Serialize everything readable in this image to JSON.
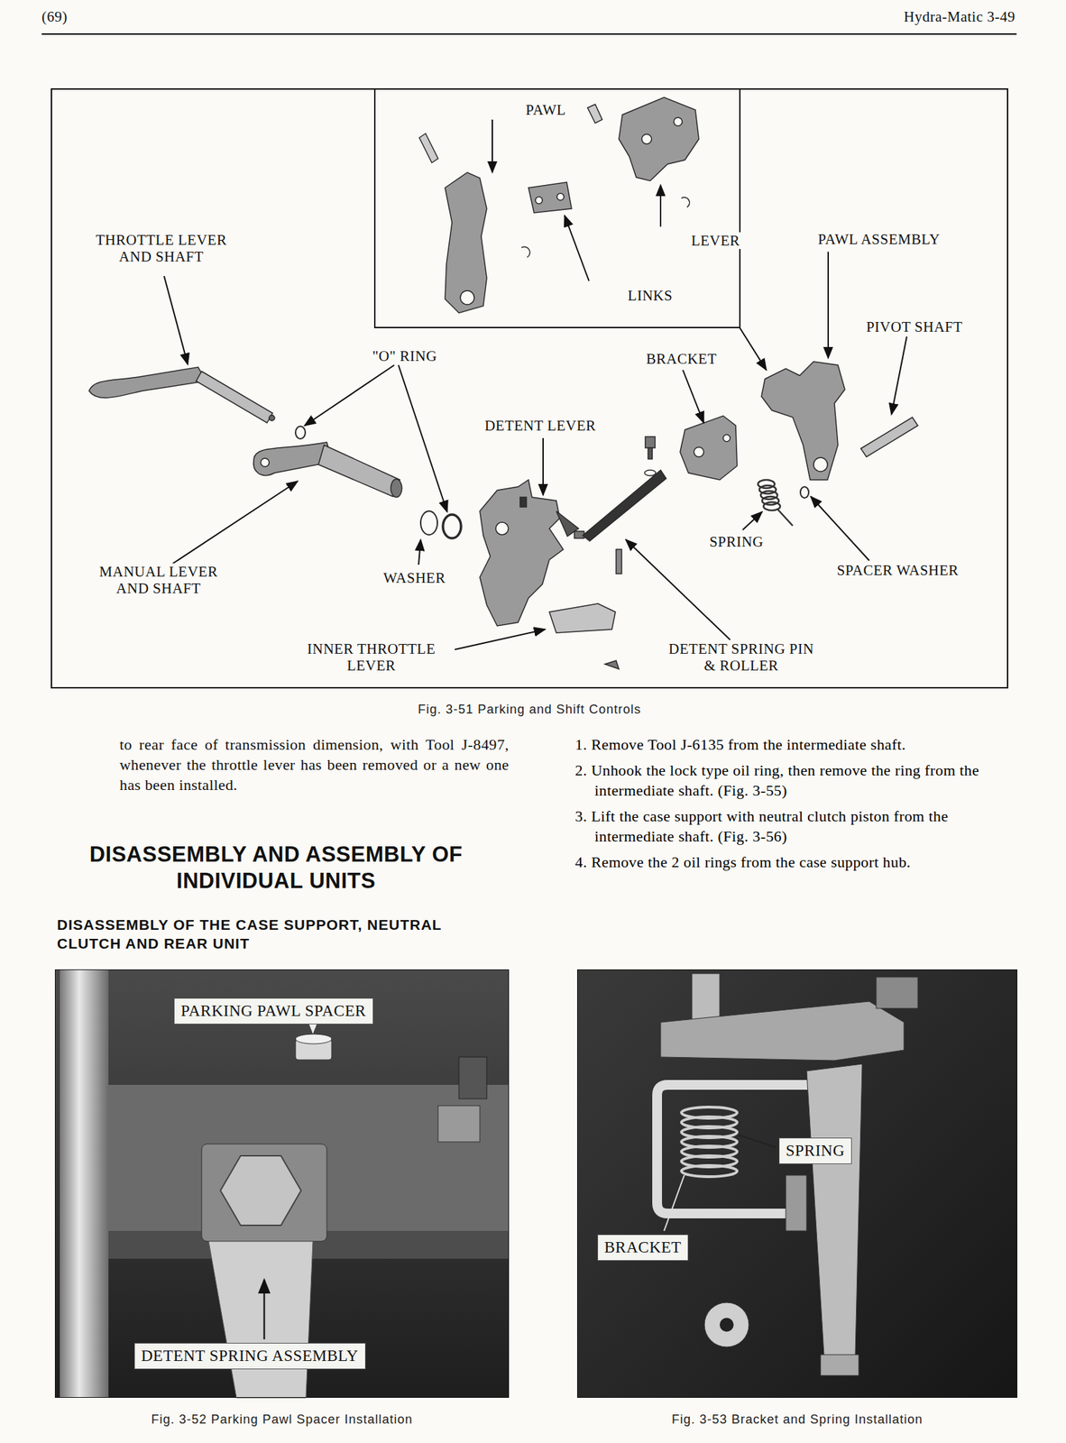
{
  "diagram": {
    "nodes": [
      {
        "text": [
          "Fig. 3-51 Parking and Shift Controls"
        ]
      },
      {
        "text": [
          "PAWL",
          "LEVER",
          "LINKS"
        ],
        "in": 0
      },
      {
        "text": [
          "Fig. 3-52 Parking Pawl Spacer Installation"
        ]
      },
      {
        "text": [
          "PARKING PAWL SPACER"
        ],
        "in": 2
      },
      {
        "text": [
          "DETENT SPRING ASSEMBLY"
        ],
        "in": 2
      },
      {
        "text": [
          "Fig. 3-53 Bracket and Spring Installation"
        ]
      },
      {
        "text": [
          "SPRING"
        ],
        "in": 5
      },
      {
        "text": [
          "BRACKET"
        ],
        "in": 5
      }
    ],
    "labels": [
      "(69)",
      "Hydra-Matic 3-49",
      "THROTTLE LEVER AND SHAFT",
      "\"O\" RING",
      "DETENT LEVER",
      "BRACKET",
      "PAWL ASSEMBLY",
      "PIVOT SHAFT",
      "MANUAL LEVER AND SHAFT",
      "WASHER",
      "SPRING",
      "SPACER WASHER",
      "INNER THROTTLE LEVER",
      "DETENT SPRING PIN & ROLLER",
      "to rear face of transmission dimension, with Tool J-8497, whenever the throttle lever has been removed or a new one has been installed.",
      "DISASSEMBLY AND ASSEMBLY OF INDIVIDUAL UNITS",
      "DISASSEMBLY OF THE CASE SUPPORT, NEUTRAL CLUTCH AND REAR UNIT",
      "1. Remove Tool J-6135 from the intermediate shaft.",
      "2. Unhook the lock type oil ring, then remove the ring from the intermediate shaft. (Fig. 3-55)",
      "3. Lift the case support with neutral clutch piston from the intermediate shaft. (Fig. 3-56)",
      "4. Remove the 2 oil rings from the case support hub."
    ]
  }
}
